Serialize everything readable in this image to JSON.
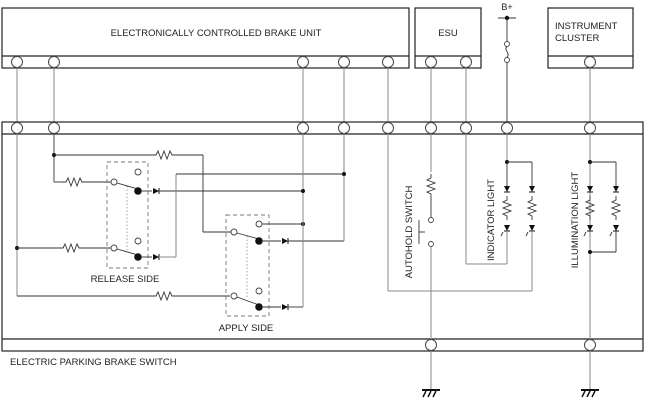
{
  "title": "Electric Parking Brake Switch Wiring Diagram",
  "components": {
    "ecbu": {
      "label": "ELECTRONICALLY CONTROLLED BRAKE UNIT"
    },
    "esu": {
      "label": "ESU"
    },
    "power": {
      "label": "B+"
    },
    "cluster": {
      "line1": "INSTRUMENT",
      "line2": "CLUSTER"
    },
    "epb_switch": {
      "label": "ELECTRIC PARKING BRAKE SWITCH"
    },
    "release_side": {
      "label": "RELEASE SIDE"
    },
    "apply_side": {
      "label": "APPLY SIDE"
    },
    "autohold_switch": {
      "label": "AUTOHOLD SWITCH"
    },
    "indicator_light": {
      "label": "INDICATOR LIGHT"
    },
    "illumination_light": {
      "label": "ILLUMINATION LIGHT"
    }
  },
  "grounds": [
    {
      "name": "ground-autohold"
    },
    {
      "name": "ground-illumination"
    }
  ]
}
